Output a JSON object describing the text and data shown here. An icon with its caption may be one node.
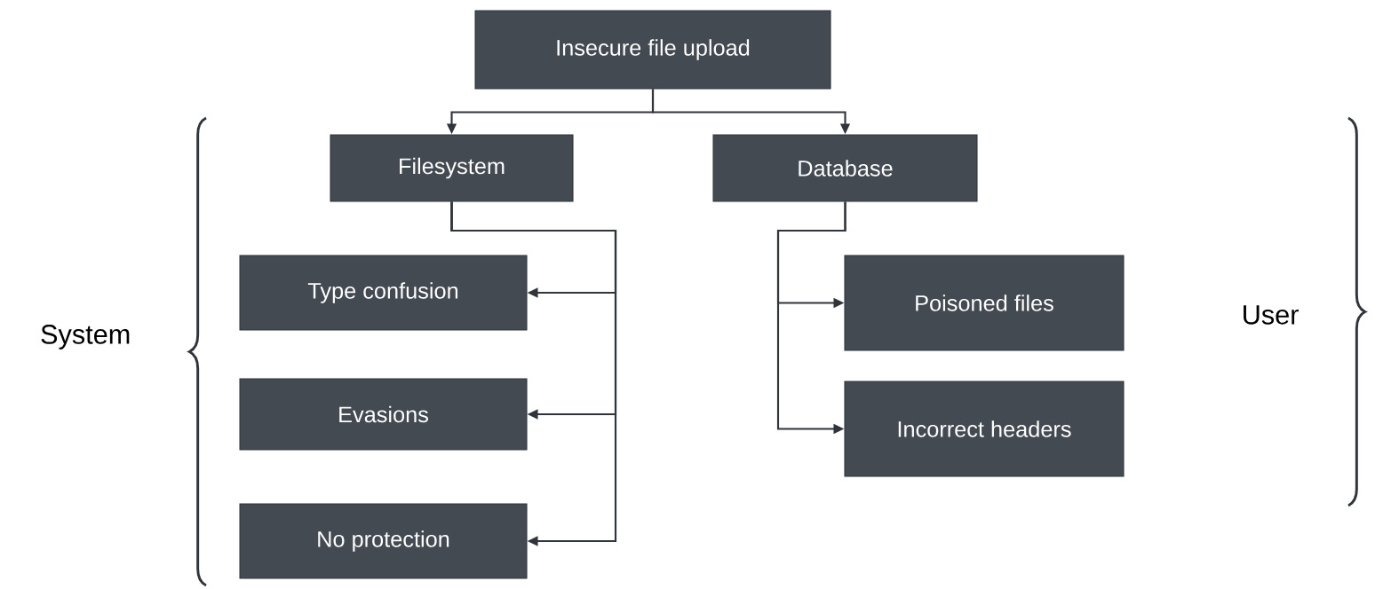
{
  "diagram": {
    "nodes": [
      {
        "text": [
          "Insecure file upload"
        ]
      },
      {
        "text": [
          "Filesystem"
        ]
      },
      {
        "text": [
          "Database"
        ]
      },
      {
        "text": [
          "Type confusion"
        ]
      },
      {
        "text": [
          "Evasions"
        ]
      },
      {
        "text": [
          "No protection"
        ]
      },
      {
        "text": [
          "Poisoned files"
        ]
      },
      {
        "text": [
          "Incorrect headers"
        ]
      }
    ],
    "edges": [
      {
        "from": 0,
        "to": 1,
        "arrow": "to"
      },
      {
        "from": 0,
        "to": 2,
        "arrow": "to"
      },
      {
        "from": 1,
        "to": 3,
        "arrow": "to"
      },
      {
        "from": 1,
        "to": 4,
        "arrow": "to"
      },
      {
        "from": 1,
        "to": 5,
        "arrow": "to"
      },
      {
        "from": 2,
        "to": 6,
        "arrow": "to"
      },
      {
        "from": 2,
        "to": 7,
        "arrow": "to"
      }
    ],
    "labels": [
      "System",
      "User"
    ]
  }
}
